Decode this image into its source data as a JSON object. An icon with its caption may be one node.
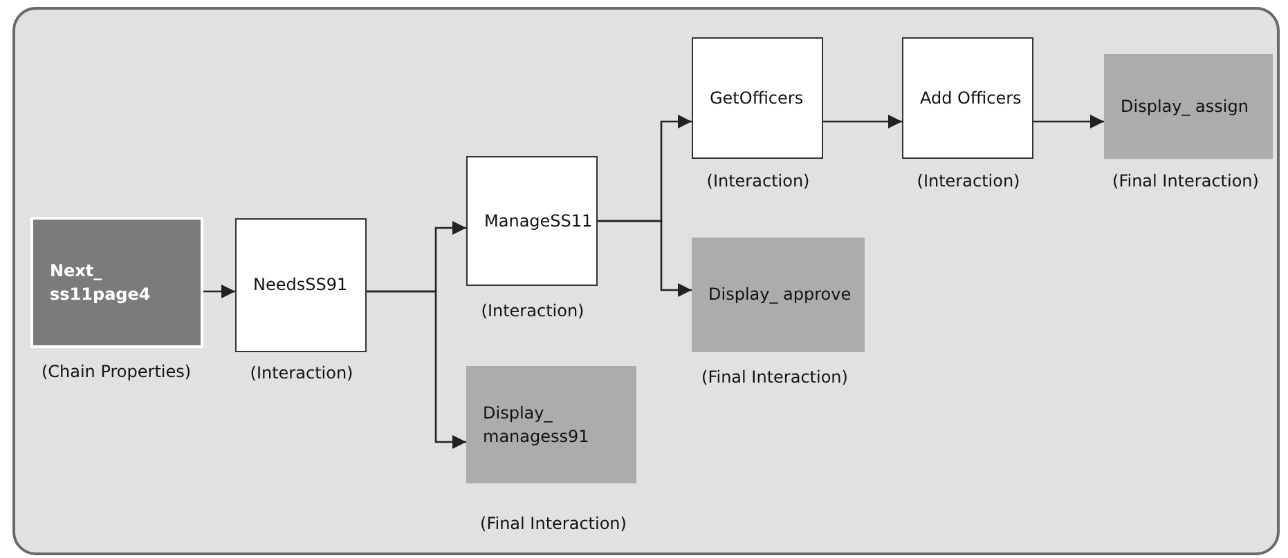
{
  "diagram": {
    "nodes": [
      {
        "text": [
          "Next_ ss11page4"
        ],
        "beside": [
          "(Chain Properties)"
        ]
      },
      {
        "text": [
          "NeedsSS91"
        ],
        "beside": [
          "(Interaction)"
        ]
      },
      {
        "text": [
          "ManageSS11"
        ],
        "beside": [
          "(Interaction)"
        ]
      },
      {
        "text": [
          "Display_ managess91"
        ],
        "beside": [
          "(Final Interaction)"
        ]
      },
      {
        "text": [
          "GetOfficers"
        ],
        "beside": [
          "(Interaction)"
        ]
      },
      {
        "text": [
          "Display_ approve"
        ],
        "beside": [
          "(Final Interaction)"
        ]
      },
      {
        "text": [
          "Add Officers"
        ],
        "beside": [
          "(Interaction)"
        ]
      },
      {
        "text": [
          "Display_ assign"
        ],
        "beside": [
          "(Final Interaction)"
        ]
      }
    ],
    "edges": [
      {
        "from": 0,
        "to": 1,
        "arrow": "to"
      },
      {
        "from": 1,
        "to": 2,
        "arrow": "to"
      },
      {
        "from": 1,
        "to": 3,
        "arrow": "to"
      },
      {
        "from": 2,
        "to": 4,
        "arrow": "to"
      },
      {
        "from": 2,
        "to": 5,
        "arrow": "to"
      },
      {
        "from": 4,
        "to": 6,
        "arrow": "to"
      },
      {
        "from": 6,
        "to": 7,
        "arrow": "to"
      }
    ]
  }
}
